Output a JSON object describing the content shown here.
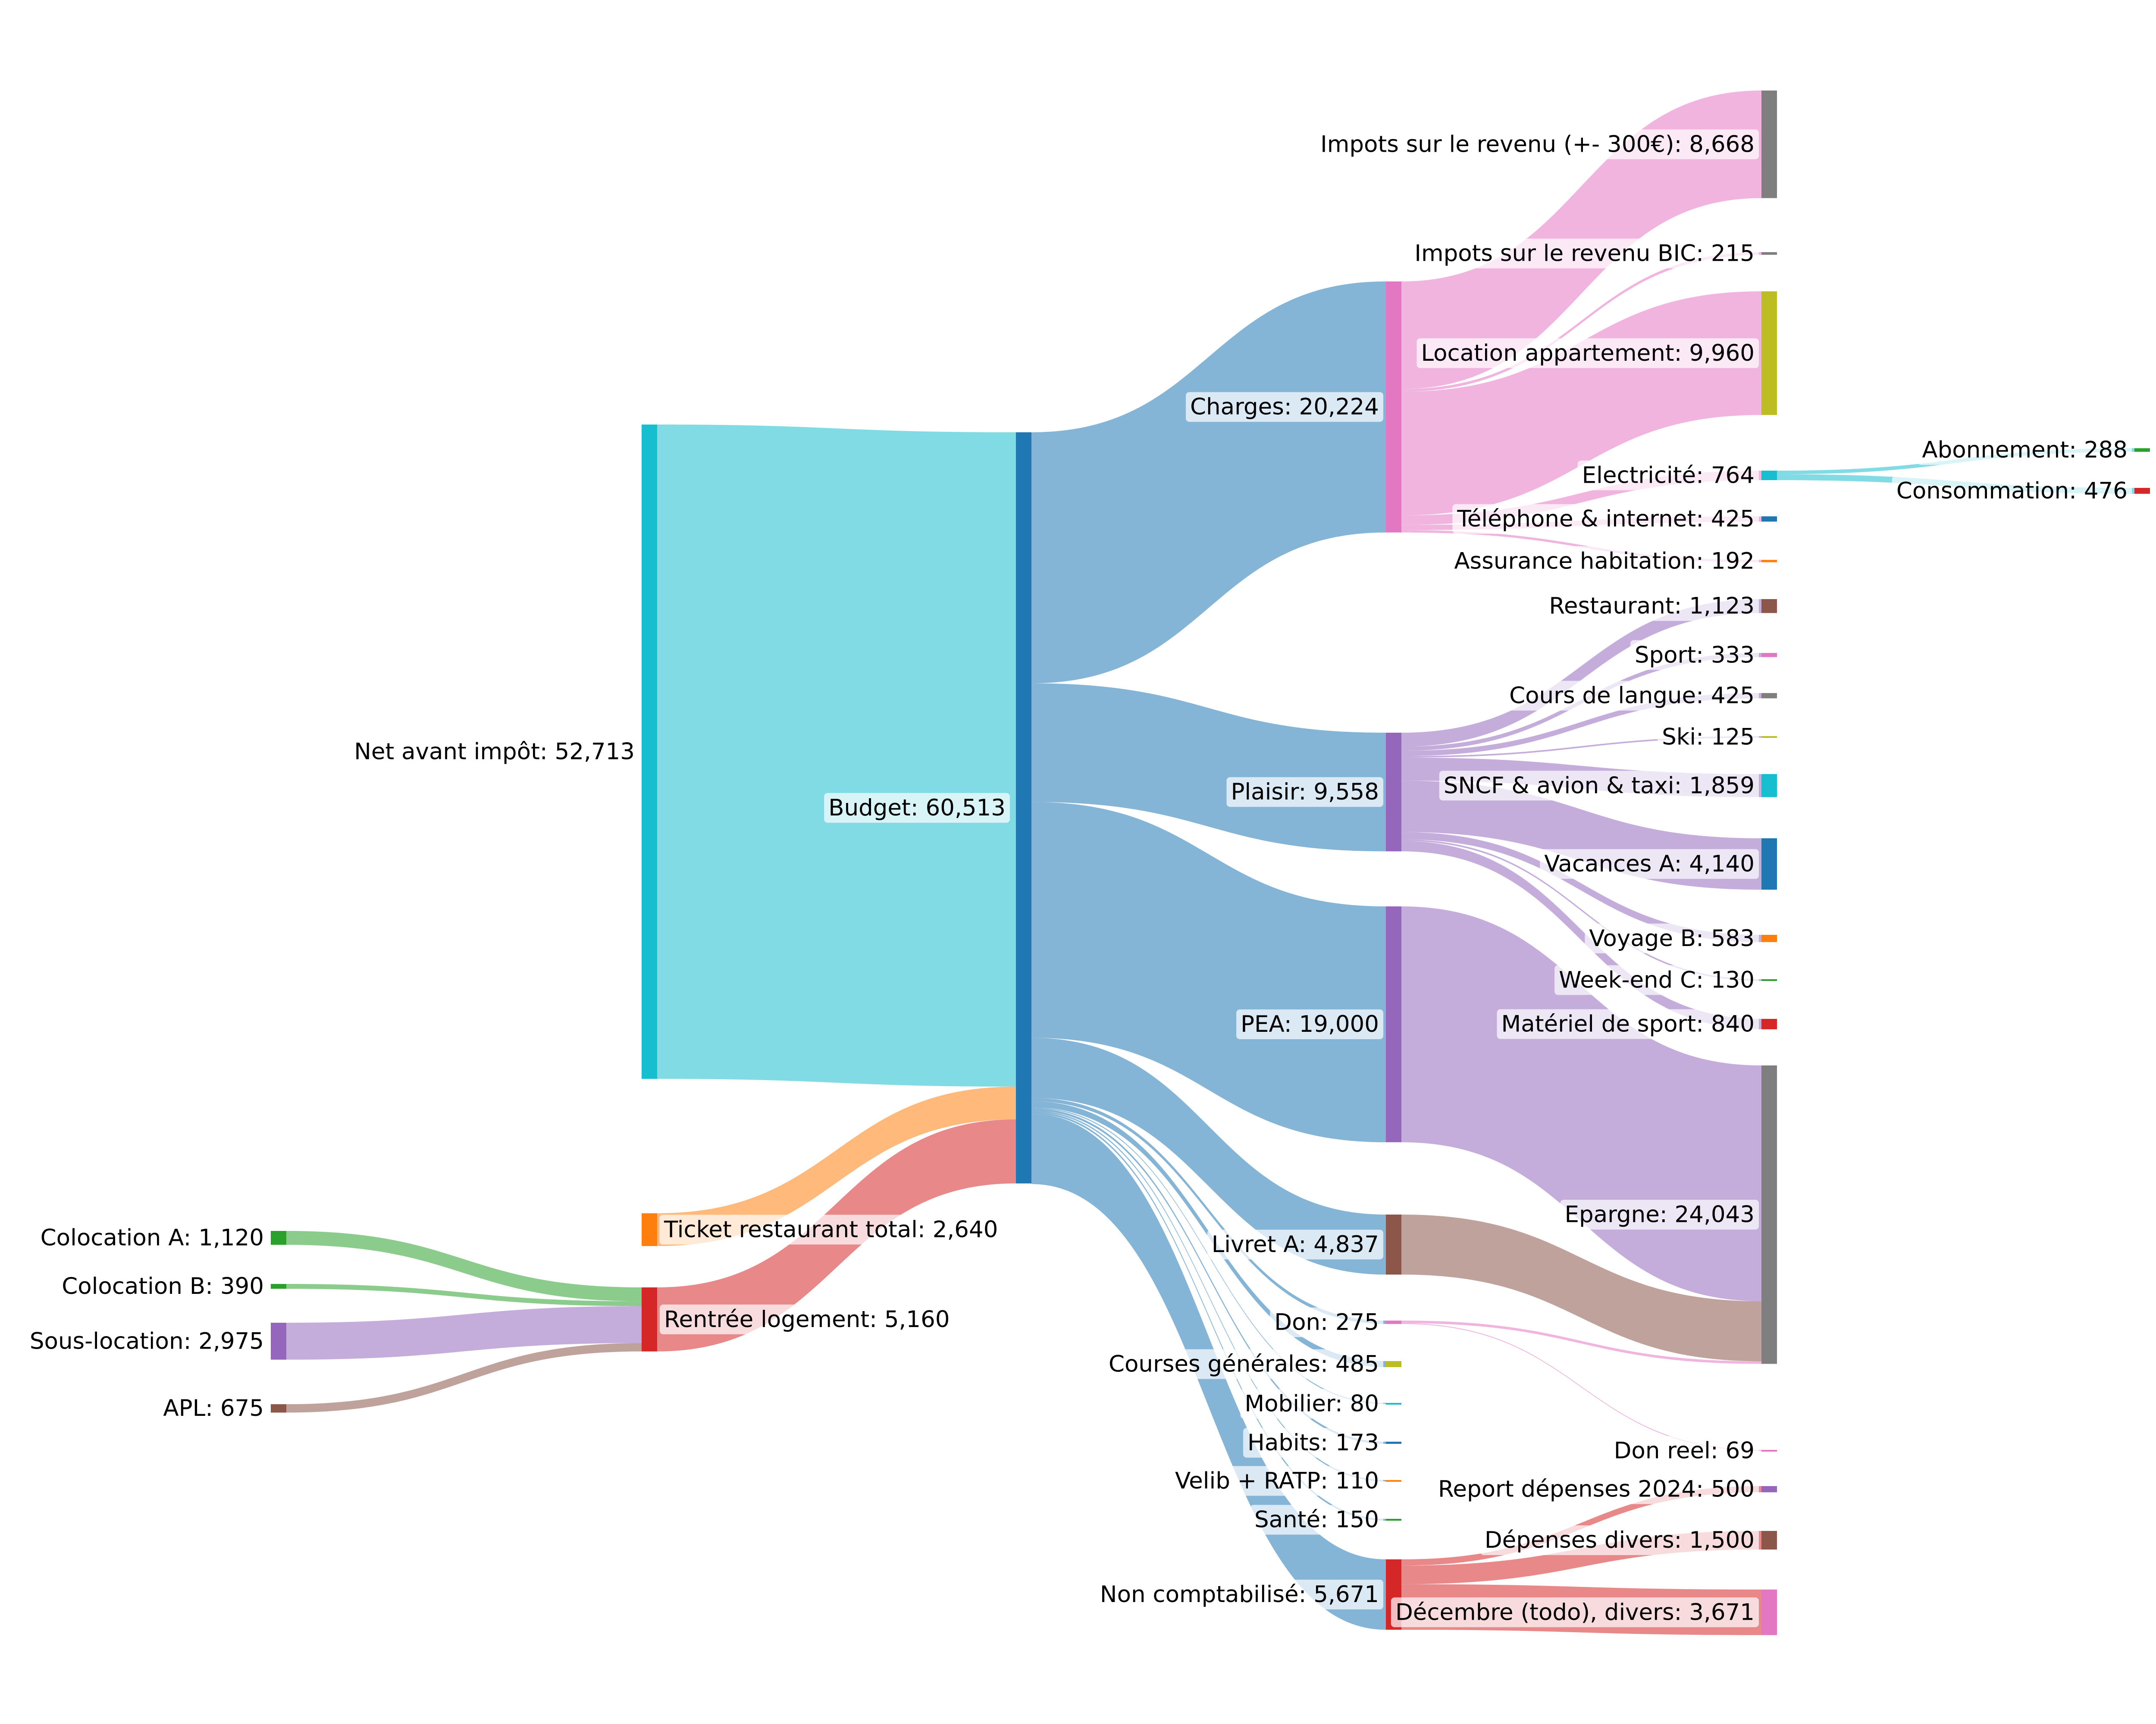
{
  "chart_data": {
    "type": "sankey",
    "nodes": [
      {
        "id": "colocA",
        "label": "Colocation A: 1,120",
        "name": "Colocation A",
        "value": 1120,
        "color": "#2ca02c"
      },
      {
        "id": "colocB",
        "label": "Colocation B: 390",
        "name": "Colocation B",
        "value": 390,
        "color": "#2ca02c"
      },
      {
        "id": "souslocation",
        "label": "Sous-location: 2,975",
        "name": "Sous-location",
        "value": 2975,
        "color": "#9467bd"
      },
      {
        "id": "apl",
        "label": "APL: 675",
        "name": "APL",
        "value": 675,
        "color": "#8c564b"
      },
      {
        "id": "net",
        "label": "Net avant impôt: 52,713",
        "name": "Net avant impôt",
        "value": 52713,
        "color": "#17becf"
      },
      {
        "id": "ticket",
        "label": "Ticket restaurant total: 2,640",
        "name": "Ticket restaurant total",
        "value": 2640,
        "color": "#ff7f0e"
      },
      {
        "id": "rentree",
        "label": "Rentrée logement: 5,160",
        "name": "Rentrée logement",
        "value": 5160,
        "color": "#d62728"
      },
      {
        "id": "budget",
        "label": "Budget: 60,513",
        "name": "Budget",
        "value": 60513,
        "color": "#1f77b4"
      },
      {
        "id": "charges",
        "label": "Charges: 20,224",
        "name": "Charges",
        "value": 20224,
        "color": "#e377c2"
      },
      {
        "id": "plaisir",
        "label": "Plaisir: 9,558",
        "name": "Plaisir",
        "value": 9558,
        "color": "#9467bd"
      },
      {
        "id": "pea",
        "label": "PEA: 19,000",
        "name": "PEA",
        "value": 19000,
        "color": "#9467bd"
      },
      {
        "id": "livretA",
        "label": "Livret A: 4,837",
        "name": "Livret A",
        "value": 4837,
        "color": "#8c564b"
      },
      {
        "id": "don",
        "label": "Don: 275",
        "name": "Don",
        "value": 275,
        "color": "#e377c2"
      },
      {
        "id": "courses",
        "label": "Courses générales: 485",
        "name": "Courses générales",
        "value": 485,
        "color": "#bcbd22"
      },
      {
        "id": "mobilier",
        "label": "Mobilier: 80",
        "name": "Mobilier",
        "value": 80,
        "color": "#17becf"
      },
      {
        "id": "habits",
        "label": "Habits: 173",
        "name": "Habits",
        "value": 173,
        "color": "#1f77b4"
      },
      {
        "id": "velib",
        "label": "Velib + RATP: 110",
        "name": "Velib + RATP",
        "value": 110,
        "color": "#ff7f0e"
      },
      {
        "id": "sante",
        "label": "Santé: 150",
        "name": "Santé",
        "value": 150,
        "color": "#2ca02c"
      },
      {
        "id": "noncompta",
        "label": "Non comptabilisé: 5,671",
        "name": "Non comptabilisé",
        "value": 5671,
        "color": "#d62728"
      },
      {
        "id": "impots",
        "label": "Impots sur le revenu (+- 300€): 8,668",
        "name": "Impots sur le revenu (+- 300€)",
        "value": 8668,
        "color": "#7f7f7f"
      },
      {
        "id": "impotsBIC",
        "label": "Impots sur le revenu BIC: 215",
        "name": "Impots sur le revenu BIC",
        "value": 215,
        "color": "#7f7f7f"
      },
      {
        "id": "location",
        "label": "Location appartement: 9,960",
        "name": "Location appartement",
        "value": 9960,
        "color": "#bcbd22"
      },
      {
        "id": "electricite",
        "label": "Electricité: 764",
        "name": "Electricité",
        "value": 764,
        "color": "#17becf"
      },
      {
        "id": "telephone",
        "label": "Téléphone & internet: 425",
        "name": "Téléphone & internet",
        "value": 425,
        "color": "#1f77b4"
      },
      {
        "id": "assurance",
        "label": "Assurance habitation: 192",
        "name": "Assurance habitation",
        "value": 192,
        "color": "#ff7f0e"
      },
      {
        "id": "restaurant",
        "label": "Restaurant: 1,123",
        "name": "Restaurant",
        "value": 1123,
        "color": "#8c564b"
      },
      {
        "id": "sport",
        "label": "Sport: 333",
        "name": "Sport",
        "value": 333,
        "color": "#e377c2"
      },
      {
        "id": "langue",
        "label": "Cours de langue: 425",
        "name": "Cours de langue",
        "value": 425,
        "color": "#7f7f7f"
      },
      {
        "id": "ski",
        "label": "Ski: 125",
        "name": "Ski",
        "value": 125,
        "color": "#bcbd22"
      },
      {
        "id": "sncf",
        "label": "SNCF & avion & taxi: 1,859",
        "name": "SNCF & avion & taxi",
        "value": 1859,
        "color": "#17becf"
      },
      {
        "id": "vacancesA",
        "label": "Vacances A: 4,140",
        "name": "Vacances A",
        "value": 4140,
        "color": "#1f77b4"
      },
      {
        "id": "voyageB",
        "label": "Voyage B: 583",
        "name": "Voyage B",
        "value": 583,
        "color": "#ff7f0e"
      },
      {
        "id": "weekendC",
        "label": "Week-end C: 130",
        "name": "Week-end C",
        "value": 130,
        "color": "#2ca02c"
      },
      {
        "id": "materiel",
        "label": "Matériel de sport: 840",
        "name": "Matériel de sport",
        "value": 840,
        "color": "#d62728"
      },
      {
        "id": "epargne",
        "label": "Epargne: 24,043",
        "name": "Epargne",
        "value": 24043,
        "color": "#7f7f7f"
      },
      {
        "id": "donreel",
        "label": "Don reel: 69",
        "name": "Don reel",
        "value": 69,
        "color": "#e377c2"
      },
      {
        "id": "report",
        "label": "Report dépenses 2024: 500",
        "name": "Report dépenses 2024",
        "value": 500,
        "color": "#9467bd"
      },
      {
        "id": "depdivers",
        "label": "Dépenses divers: 1,500",
        "name": "Dépenses divers",
        "value": 1500,
        "color": "#8c564b"
      },
      {
        "id": "decembre",
        "label": "Décembre (todo), divers: 3,671",
        "name": "Décembre (todo), divers",
        "value": 3671,
        "color": "#e377c2"
      },
      {
        "id": "abonnement",
        "label": "Abonnement: 288",
        "name": "Abonnement",
        "value": 288,
        "color": "#2ca02c"
      },
      {
        "id": "consommation",
        "label": "Consommation: 476",
        "name": "Consommation",
        "value": 476,
        "color": "#d62728"
      }
    ],
    "links": [
      {
        "source": "net",
        "target": "budget",
        "value": 52713
      },
      {
        "source": "ticket",
        "target": "budget",
        "value": 2640
      },
      {
        "source": "rentree",
        "target": "budget",
        "value": 5160
      },
      {
        "source": "colocA",
        "target": "rentree",
        "value": 1120
      },
      {
        "source": "colocB",
        "target": "rentree",
        "value": 390
      },
      {
        "source": "souslocation",
        "target": "rentree",
        "value": 2975
      },
      {
        "source": "apl",
        "target": "rentree",
        "value": 675
      },
      {
        "source": "budget",
        "target": "charges",
        "value": 20224
      },
      {
        "source": "budget",
        "target": "plaisir",
        "value": 9558
      },
      {
        "source": "budget",
        "target": "pea",
        "value": 19000
      },
      {
        "source": "budget",
        "target": "livretA",
        "value": 4837
      },
      {
        "source": "budget",
        "target": "don",
        "value": 275
      },
      {
        "source": "budget",
        "target": "courses",
        "value": 485
      },
      {
        "source": "budget",
        "target": "mobilier",
        "value": 80
      },
      {
        "source": "budget",
        "target": "habits",
        "value": 173
      },
      {
        "source": "budget",
        "target": "velib",
        "value": 110
      },
      {
        "source": "budget",
        "target": "sante",
        "value": 150
      },
      {
        "source": "budget",
        "target": "noncompta",
        "value": 5671
      },
      {
        "source": "charges",
        "target": "impots",
        "value": 8668
      },
      {
        "source": "charges",
        "target": "impotsBIC",
        "value": 215
      },
      {
        "source": "charges",
        "target": "location",
        "value": 9960
      },
      {
        "source": "charges",
        "target": "electricite",
        "value": 764
      },
      {
        "source": "charges",
        "target": "telephone",
        "value": 425
      },
      {
        "source": "charges",
        "target": "assurance",
        "value": 192
      },
      {
        "source": "plaisir",
        "target": "restaurant",
        "value": 1123
      },
      {
        "source": "plaisir",
        "target": "sport",
        "value": 333
      },
      {
        "source": "plaisir",
        "target": "langue",
        "value": 425
      },
      {
        "source": "plaisir",
        "target": "ski",
        "value": 125
      },
      {
        "source": "plaisir",
        "target": "sncf",
        "value": 1859
      },
      {
        "source": "plaisir",
        "target": "vacancesA",
        "value": 4140
      },
      {
        "source": "plaisir",
        "target": "voyageB",
        "value": 583
      },
      {
        "source": "plaisir",
        "target": "weekendC",
        "value": 130
      },
      {
        "source": "plaisir",
        "target": "materiel",
        "value": 840
      },
      {
        "source": "pea",
        "target": "epargne",
        "value": 19000
      },
      {
        "source": "livretA",
        "target": "epargne",
        "value": 4837
      },
      {
        "source": "don",
        "target": "epargne",
        "value": 206
      },
      {
        "source": "don",
        "target": "donreel",
        "value": 69
      },
      {
        "source": "noncompta",
        "target": "report",
        "value": 500
      },
      {
        "source": "noncompta",
        "target": "depdivers",
        "value": 1500
      },
      {
        "source": "noncompta",
        "target": "decembre",
        "value": 3671
      },
      {
        "source": "electricite",
        "target": "abonnement",
        "value": 288
      },
      {
        "source": "electricite",
        "target": "consommation",
        "value": 476
      }
    ]
  }
}
